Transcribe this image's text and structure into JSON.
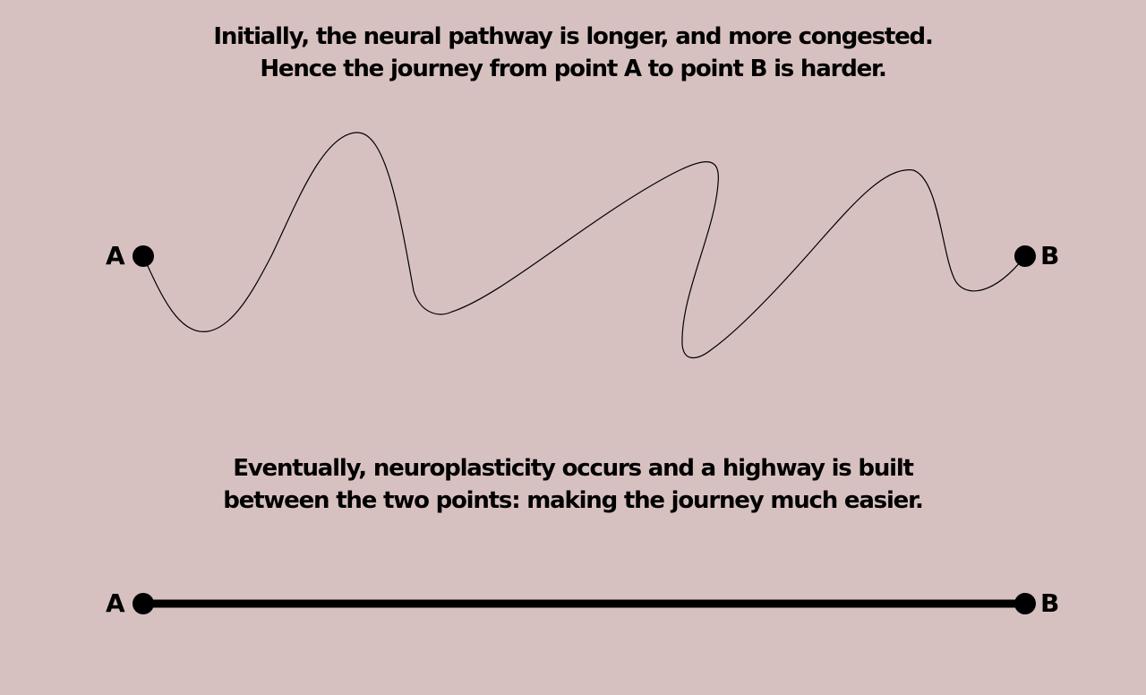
{
  "top_section": {
    "caption_line1": "Initially, the neural pathway is longer, and more congested.",
    "caption_line2": "Hence the journey from point A to point B is harder.",
    "start_label": "A",
    "end_label": "B"
  },
  "bottom_section": {
    "caption_line1": "Eventually, neuroplasticity occurs and a highway is built",
    "caption_line2": "between the two points: making the journey much easier.",
    "start_label": "A",
    "end_label": "B"
  },
  "colors": {
    "background": "#d7c1c0",
    "ink": "#000000"
  }
}
